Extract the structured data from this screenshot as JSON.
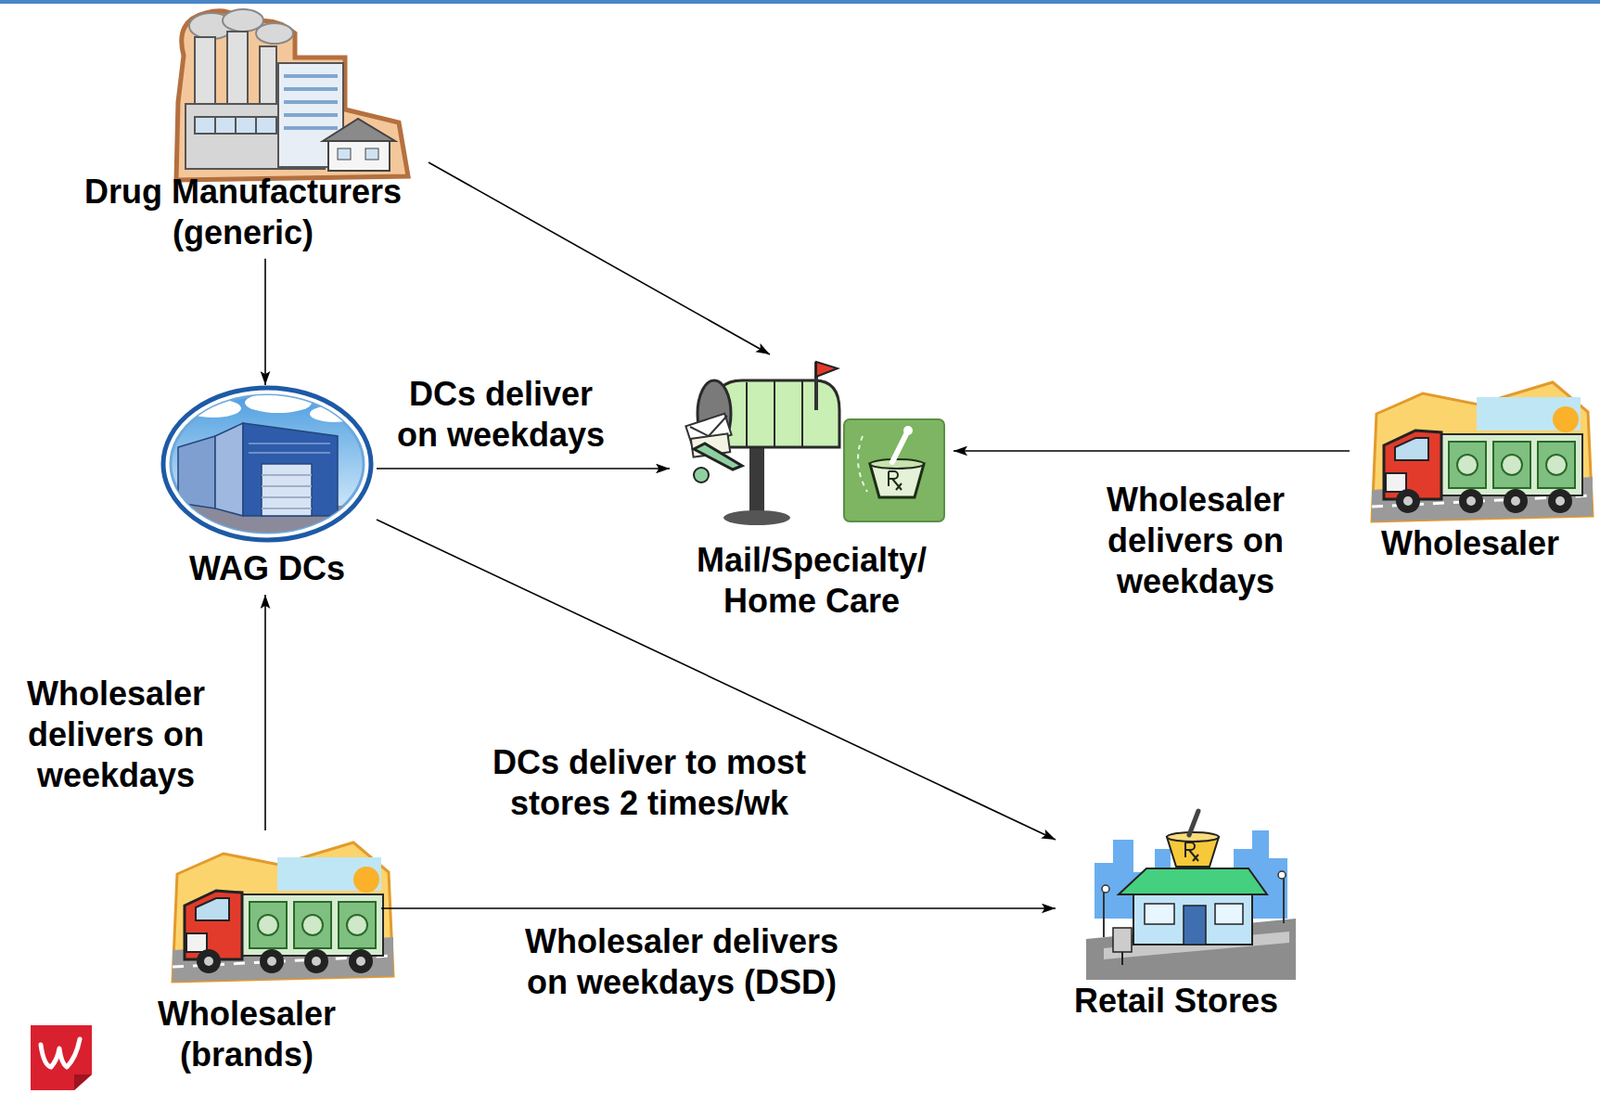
{
  "diagram": {
    "nodes": [
      {
        "text": [
          "Drug Manufacturers (generic)"
        ]
      },
      {
        "text": [
          "WAG DCs"
        ]
      },
      {
        "text": [
          "Mail/Specialty/ Home Care"
        ]
      },
      {
        "text": [
          "Wholesaler"
        ]
      },
      {
        "text": [
          "Wholesaler (brands)"
        ]
      },
      {
        "text": [
          "Retail Stores"
        ]
      }
    ],
    "edges": [
      {
        "from": 0,
        "to": 1,
        "arrow": "to"
      },
      {
        "from": 0,
        "to": 2,
        "arrow": "to"
      },
      {
        "from": 1,
        "to": 2,
        "label": "DCs deliver on weekdays",
        "arrow": "to"
      },
      {
        "from": 1,
        "to": 5,
        "label": "DCs deliver to most stores 2 times/wk",
        "arrow": "to"
      },
      {
        "from": 3,
        "to": 2,
        "label": "Wholesaler delivers on weekdays",
        "arrow": "to"
      },
      {
        "from": 4,
        "to": 1,
        "label": "Wholesaler delivers on weekdays",
        "arrow": "to"
      },
      {
        "from": 4,
        "to": 5,
        "label": "Wholesaler delivers on weekdays (DSD)",
        "arrow": "to"
      }
    ]
  }
}
